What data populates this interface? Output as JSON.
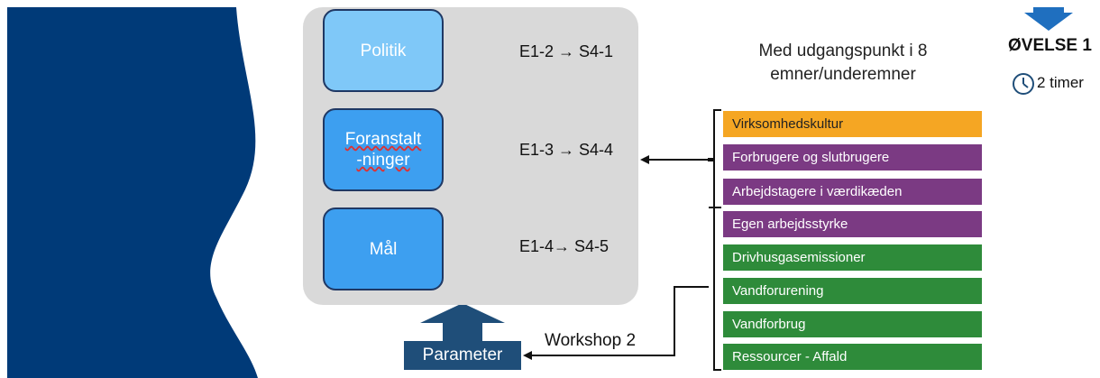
{
  "left_boxes": [
    {
      "label": "Politik",
      "code": "E1-2 → S4-1"
    },
    {
      "label_line1": "Foranstalt",
      "label_line2": "-ninger",
      "code": "E1-3 → S4-4"
    },
    {
      "label": "Mål",
      "code": "E1-4→ S4-5"
    }
  ],
  "note": "Med udgangspunkt i 8 emner/underemner",
  "exercise": {
    "title": "ØVELSE 1",
    "duration": "2 timer"
  },
  "topics": [
    {
      "label": "Virksomhedskultur",
      "color": "#f5a623"
    },
    {
      "label": "Forbrugere og slutbrugere",
      "color": "#7b3a83"
    },
    {
      "label": "Arbejdstagere i værdikæden",
      "color": "#7b3a83"
    },
    {
      "label": "Egen arbejdsstyrke",
      "color": "#7b3a83"
    },
    {
      "label": "Drivhusgasemissioner",
      "color": "#2e8b3a"
    },
    {
      "label": "Vandforurening",
      "color": "#2e8b3a"
    },
    {
      "label": "Vandforbrug",
      "color": "#2e8b3a"
    },
    {
      "label": "Ressourcer - Affald",
      "color": "#2e8b3a"
    }
  ],
  "parameter_label": "Parameter",
  "workshop_label": "Workshop 2",
  "colors": {
    "navy": "#003a78",
    "panel": "#d9d9d9",
    "arrow_blue": "#1f4e79"
  }
}
